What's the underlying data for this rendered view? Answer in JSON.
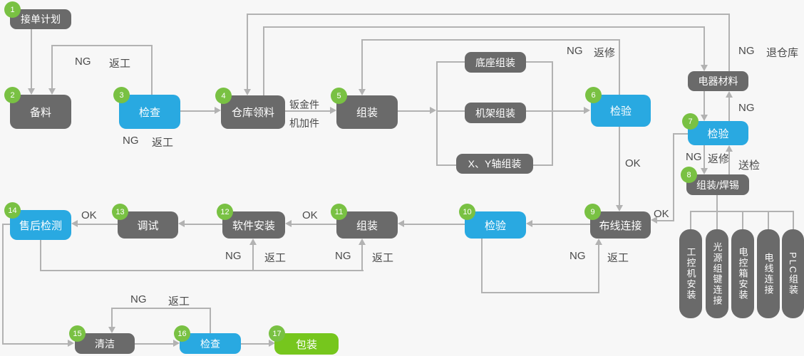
{
  "colors": {
    "background": "#f7f7f7",
    "node_gray": "#6a6a6a",
    "node_blue": "#29a9e1",
    "node_green": "#76c61d",
    "badge_green": "#79c143",
    "line_gray": "#b2b2b2",
    "label_text": "#4a4a4a"
  },
  "nodes": {
    "n1": {
      "num": "1",
      "label": "接单计划"
    },
    "n2": {
      "num": "2",
      "label": "备料"
    },
    "n3": {
      "num": "3",
      "label": "检查"
    },
    "n4": {
      "num": "4",
      "label": "仓库领料"
    },
    "n5": {
      "num": "5",
      "label": "组装"
    },
    "n6": {
      "num": "6",
      "label": "检验"
    },
    "n7": {
      "num": "7",
      "label": "检验"
    },
    "n8": {
      "num": "8",
      "label": "组装/焊锡"
    },
    "n9": {
      "num": "9",
      "label": "布线连接"
    },
    "n10": {
      "num": "10",
      "label": "检验"
    },
    "n11": {
      "num": "11",
      "label": "组装"
    },
    "n12": {
      "num": "12",
      "label": "软件安装"
    },
    "n13": {
      "num": "13",
      "label": "调试"
    },
    "n14": {
      "num": "14",
      "label": "售后检测"
    },
    "n15": {
      "num": "15",
      "label": "清洁"
    },
    "n16": {
      "num": "16",
      "label": "检查"
    },
    "n17": {
      "num": "17",
      "label": "包装"
    },
    "electrical_materials": {
      "label": "电器材料"
    },
    "sub_base": {
      "label": "底座组装"
    },
    "sub_frame": {
      "label": "机架组装"
    },
    "sub_xy": {
      "label": "X、Y轴组装"
    },
    "v_ipc": {
      "label": "工控机安装"
    },
    "v_light": {
      "label": "光源组键连接"
    },
    "v_ebox": {
      "label": "电控箱安装"
    },
    "v_wire": {
      "label": "电线连接"
    },
    "v_plc": {
      "label": "PLC组装"
    }
  },
  "edge_labels": {
    "prep_loop_ng": "NG",
    "prep_loop_action": "返工",
    "check3_ng": "NG",
    "check3_action": "返工",
    "sheet_metal": "钣金件",
    "machined_parts": "机加件",
    "assy_rework_ng": "NG",
    "assy_rework_action": "返修",
    "inspect6_ok": "OK",
    "return_wh_ng": "NG",
    "return_wh_action": "退仓库",
    "inspect7_up_ng": "NG",
    "inspect7_ng": "NG",
    "inspect7_action": "返修",
    "submit_inspection": "送检",
    "inspect7_ok": "OK",
    "wiring_ng": "NG",
    "wiring_action": "返工",
    "assy11_ok": "OK",
    "assy11_ng": "NG",
    "assy11_action": "返工",
    "software_ng": "NG",
    "software_action": "返工",
    "debug_ok": "OK",
    "clean_loop_ng": "NG",
    "clean_loop_action": "返工"
  },
  "edges": [
    {
      "from": "接单计划",
      "to": "备料",
      "label": ""
    },
    {
      "from": "检查(3)",
      "to": "备料",
      "label": "NG 返工"
    },
    {
      "from": "检查(3)",
      "to": "仓库领料",
      "label": ""
    },
    {
      "from": "仓库领料",
      "to": "组装(5)",
      "label": "钣金件/机加件"
    },
    {
      "from": "仓库领料",
      "to": "电器材料",
      "label": ""
    },
    {
      "from": "组装(5)",
      "to": "底座组装/机架组装/X、Y轴组装",
      "label": ""
    },
    {
      "from": "底座组装/机架组装/X、Y轴组装",
      "to": "检验(6)",
      "label": ""
    },
    {
      "from": "检验(6)",
      "to": "组装(5)",
      "label": "NG 返修"
    },
    {
      "from": "检验(6)",
      "to": "布线连接",
      "label": "OK"
    },
    {
      "from": "电器材料",
      "to": "检验(7)",
      "label": ""
    },
    {
      "from": "检验(7)",
      "to": "电器材料",
      "label": "NG"
    },
    {
      "from": "电器材料",
      "to": "仓库领料",
      "label": "NG 退仓库"
    },
    {
      "from": "检验(7)",
      "to": "组装/焊锡",
      "label": "NG 返修"
    },
    {
      "from": "组装/焊锡",
      "to": "检验(7)",
      "label": "送检"
    },
    {
      "from": "检验(7)",
      "to": "布线连接",
      "label": "OK"
    },
    {
      "from": "组装/焊锡",
      "to": "工控机安装/光源组键连接/电控箱安装/电线连接/PLC组装",
      "label": ""
    },
    {
      "from": "布线连接",
      "to": "检验(10)",
      "label": ""
    },
    {
      "from": "检验(10)",
      "to": "布线连接",
      "label": "NG 返工"
    },
    {
      "from": "检验(10)",
      "to": "组装(11)",
      "label": ""
    },
    {
      "from": "组装(11)",
      "to": "软件安装",
      "label": "OK"
    },
    {
      "from": "软件安装",
      "to": "调试",
      "label": ""
    },
    {
      "from": "调试",
      "to": "售后检测",
      "label": "OK"
    },
    {
      "from": "售后检测",
      "to": "软件安装",
      "label": "NG 返工"
    },
    {
      "from": "售后检测",
      "to": "组装(11)",
      "label": "NG 返工"
    },
    {
      "from": "售后检测",
      "to": "清洁",
      "label": ""
    },
    {
      "from": "清洁",
      "to": "检查(16)",
      "label": ""
    },
    {
      "from": "检查(16)",
      "to": "清洁",
      "label": "NG 返工"
    },
    {
      "from": "检查(16)",
      "to": "包装",
      "label": ""
    }
  ]
}
